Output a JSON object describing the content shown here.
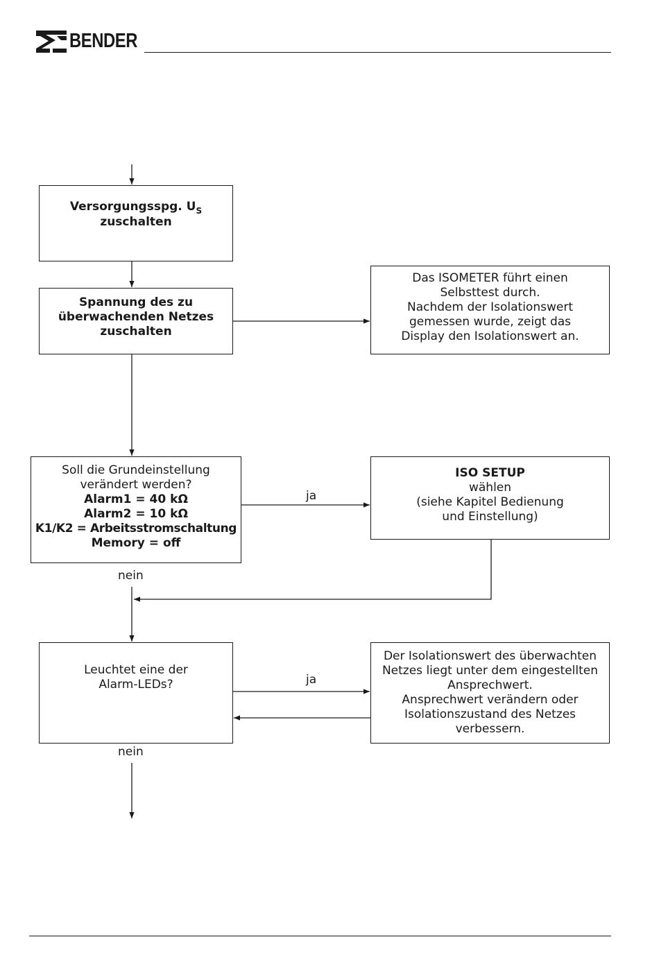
{
  "header": {
    "brand": "BENDER"
  },
  "flow": {
    "box1": {
      "line1": "Versorgungsspg. U",
      "subscript": "S",
      "line2": "zuschalten"
    },
    "box2": {
      "lines": [
        "Spannung des zu",
        "überwachenden Netzes",
        "zuschalten"
      ]
    },
    "box3": {
      "lines": [
        "Das ISOMETER führt einen",
        "Selbsttest durch.",
        "Nachdem der Isolationswert",
        "gemessen wurde, zeigt das",
        "Display den Isolationswert an."
      ]
    },
    "box4": {
      "question": [
        "Soll die Grundeinstellung",
        "verändert werden?"
      ],
      "settings": [
        "Alarm1 = 40 kΩ",
        "Alarm2 = 10 kΩ",
        "K1/K2 = Arbeitsstromschaltung",
        "Memory = off"
      ]
    },
    "box5": {
      "title": "ISO SETUP",
      "lines": [
        "wählen",
        "(siehe Kapitel Bedienung",
        "und Einstellung)"
      ]
    },
    "box6": {
      "lines": [
        "Leuchtet eine der",
        "Alarm-LEDs?"
      ]
    },
    "box7": {
      "lines": [
        "Der Isolationswert des überwachten",
        "Netzes liegt unter dem eingestellten",
        "Ansprechwert.",
        "Ansprechwert verändern oder",
        "Isolationszustand des Netzes",
        "verbessern."
      ]
    },
    "labels": {
      "yes1": "ja",
      "no1": "nein",
      "yes2": "ja",
      "no2": "nein"
    }
  }
}
